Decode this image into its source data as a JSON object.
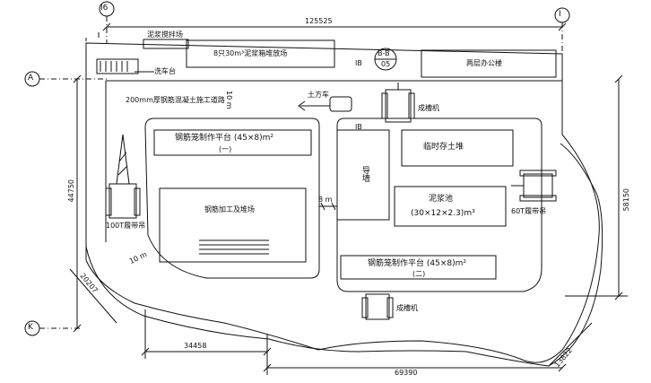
{
  "axes": {
    "a": "A",
    "k": "K",
    "i16": "I6",
    "i": "I"
  },
  "dims": {
    "top": "125525",
    "left": "44750",
    "right": "58150",
    "bottom": "69390",
    "bottom_left": "34458",
    "diag_left": "20207",
    "diag_right": "13822"
  },
  "labels": {
    "mud_mixing": "泥浆搅拌场",
    "mud_tanks": "8只30m³泥浆箱堆放场",
    "section_mark_top": "B-B",
    "section_mark_bottom": "05",
    "ib_top": "IB",
    "office": "两层办公楼",
    "car_wash": "洗车台",
    "road": "200mm厚钢筋混凝土施工道路",
    "road_width": "10 m",
    "dump_truck": "土方车",
    "grab_top": "成槽机",
    "cage_platform_1": "钢筋笼制作平台 (45×8)m²",
    "cage_platform_1_no": "(一)",
    "ib_inner": "IB",
    "guide_wall": "导墙",
    "soil_stock": "临时存土堆",
    "rebar_yard": "钢筋加工及堆场",
    "road_8m": "8 m",
    "mud_pool": "泥浆池",
    "mud_pool_size": "(30×12×2.3)m³",
    "crane_100": "100T履带吊",
    "crane_60": "60T履带吊",
    "road_10m_diag": "10 m",
    "cage_platform_2": "钢筋笼制作平台 (45×8)m²",
    "cage_platform_2_no": "(二)",
    "grab_bottom": "成槽机"
  }
}
